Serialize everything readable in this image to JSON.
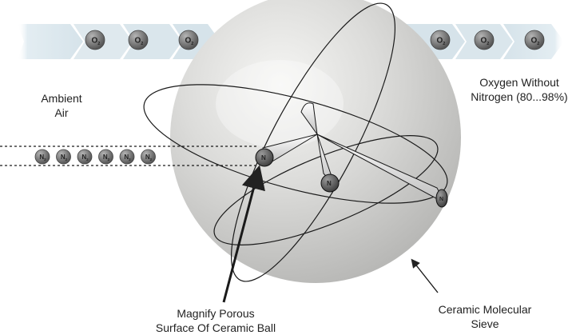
{
  "diagram": {
    "oxygen_molecule": {
      "symbol": "O",
      "subscript": "2",
      "count_left": 3,
      "count_right": 3
    },
    "nitrogen_molecule": {
      "symbol": "N",
      "subscript": "2",
      "count": 6
    },
    "labels": {
      "ambient_air": [
        "Ambient",
        "Air"
      ],
      "oxygen_output": [
        "Oxygen Without",
        "Nitrogen (80...98%)"
      ],
      "magnify": [
        "Magnify Porous",
        "Surface Of Ceramic Ball"
      ],
      "sieve": [
        "Ceramic Molecular",
        "Sieve"
      ]
    },
    "colors": {
      "flow_band": "#dde8ee",
      "sphere_light": "#f2f2f0",
      "sphere_dark": "#b9b9b7",
      "molecule": "#6d6d6d"
    }
  }
}
